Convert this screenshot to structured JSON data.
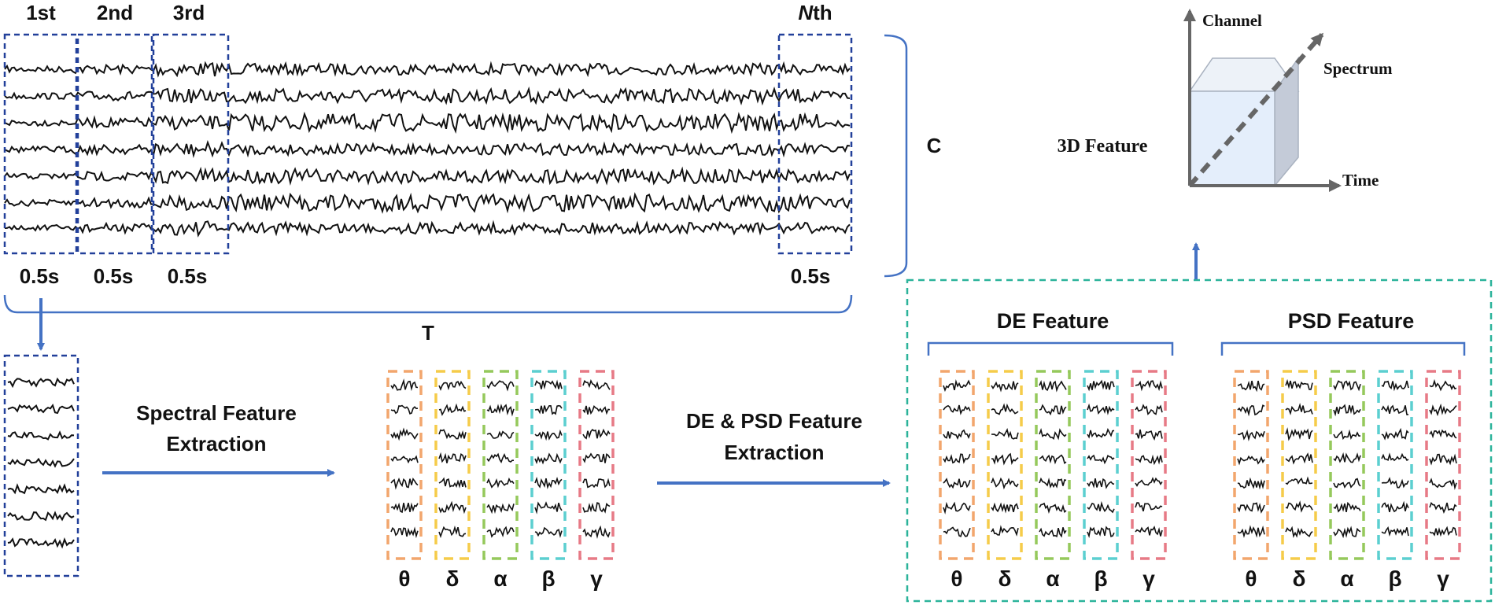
{
  "segments": {
    "labels": [
      "1st",
      "2nd",
      "3rd",
      "Nth"
    ],
    "nth_prefix": "N",
    "nth_suffix": "th",
    "durations": [
      "0.5s",
      "0.5s",
      "0.5s",
      "0.5s"
    ]
  },
  "axes": {
    "channels_label": "C",
    "time_label": "T"
  },
  "steps": {
    "spectral": [
      "Spectral Feature",
      "Extraction"
    ],
    "de_psd": [
      "DE & PSD Feature",
      "Extraction"
    ]
  },
  "features": {
    "de_title": "DE Feature",
    "psd_title": "PSD Feature"
  },
  "bands": {
    "symbols": [
      "θ",
      "δ",
      "α",
      "β",
      "γ"
    ],
    "colors": [
      "#f2a66d",
      "#f5cc4a",
      "#95c95c",
      "#5ccfd0",
      "#e77a86"
    ]
  },
  "cube": {
    "title": "3D Feature",
    "channel_label": "Channel",
    "spectrum_label": "Spectrum",
    "time_label": "Time"
  },
  "colors": {
    "segment_box": "#22409a",
    "arrow": "#4472c4",
    "feature_frame": "#2bb39a",
    "cube_face": "#e4eefb",
    "cube_top": "#edf2f8",
    "cube_side": "#c4cbd8",
    "axis": "#666666"
  }
}
